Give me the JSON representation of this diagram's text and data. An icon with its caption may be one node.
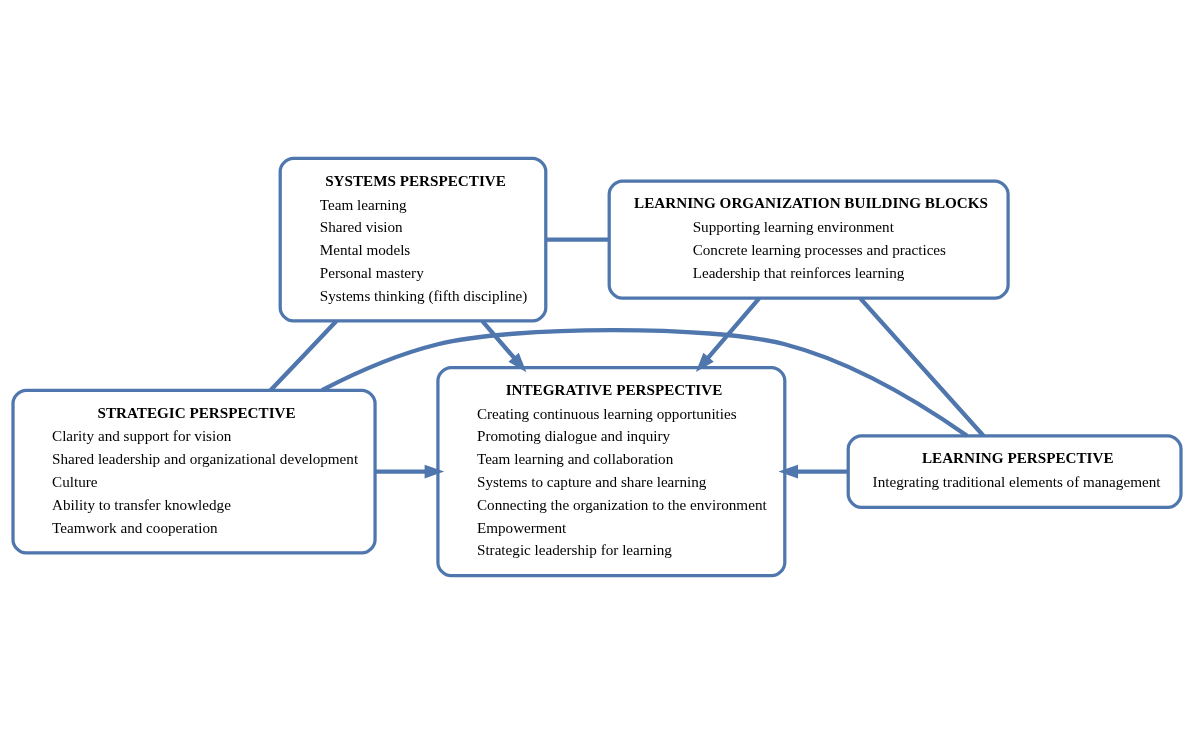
{
  "diagram": {
    "nodes": [
      {
        "text": [
          "SYSTEMS PERSPECTIVE",
          "Team learning",
          "Shared vision",
          "Mental models",
          "Personal mastery",
          "Systems thinking (fifth discipline)"
        ]
      },
      {
        "text": [
          "LEARNING ORGANIZATION BUILDING BLOCKS",
          "Supporting learning environment",
          "Concrete learning processes and practices",
          "Leadership that reinforces learning"
        ]
      },
      {
        "text": [
          "INTEGRATIVE PERSPECTIVE",
          "Creating continuous learning opportunities",
          "Promoting dialogue and inquiry",
          "Team learning and collaboration",
          "Systems to capture and share learning",
          "Connecting the organization to the environment",
          "Empowerment",
          "Strategic leadership for learning"
        ]
      },
      {
        "text": [
          "STRATEGIC PERSPECTIVE",
          "Clarity and support for vision",
          "Shared leadership and organizational development",
          "Culture",
          "Ability to transfer knowledge",
          "Teamwork and cooperation"
        ]
      },
      {
        "text": [
          "LEARNING PERSPECTIVE",
          "Integrating traditional elements of management"
        ]
      }
    ],
    "edges": [
      {
        "from": 0,
        "to": 1,
        "arrow": "none"
      },
      {
        "from": 0,
        "to": 2,
        "arrow": "to"
      },
      {
        "from": 1,
        "to": 2,
        "arrow": "to"
      },
      {
        "from": 0,
        "to": 3,
        "arrow": "none"
      },
      {
        "from": 1,
        "to": 4,
        "arrow": "none"
      },
      {
        "from": 3,
        "to": 2,
        "arrow": "to"
      },
      {
        "from": 4,
        "to": 2,
        "arrow": "to"
      },
      {
        "from": 3,
        "to": 4,
        "arrow": "none"
      }
    ]
  }
}
